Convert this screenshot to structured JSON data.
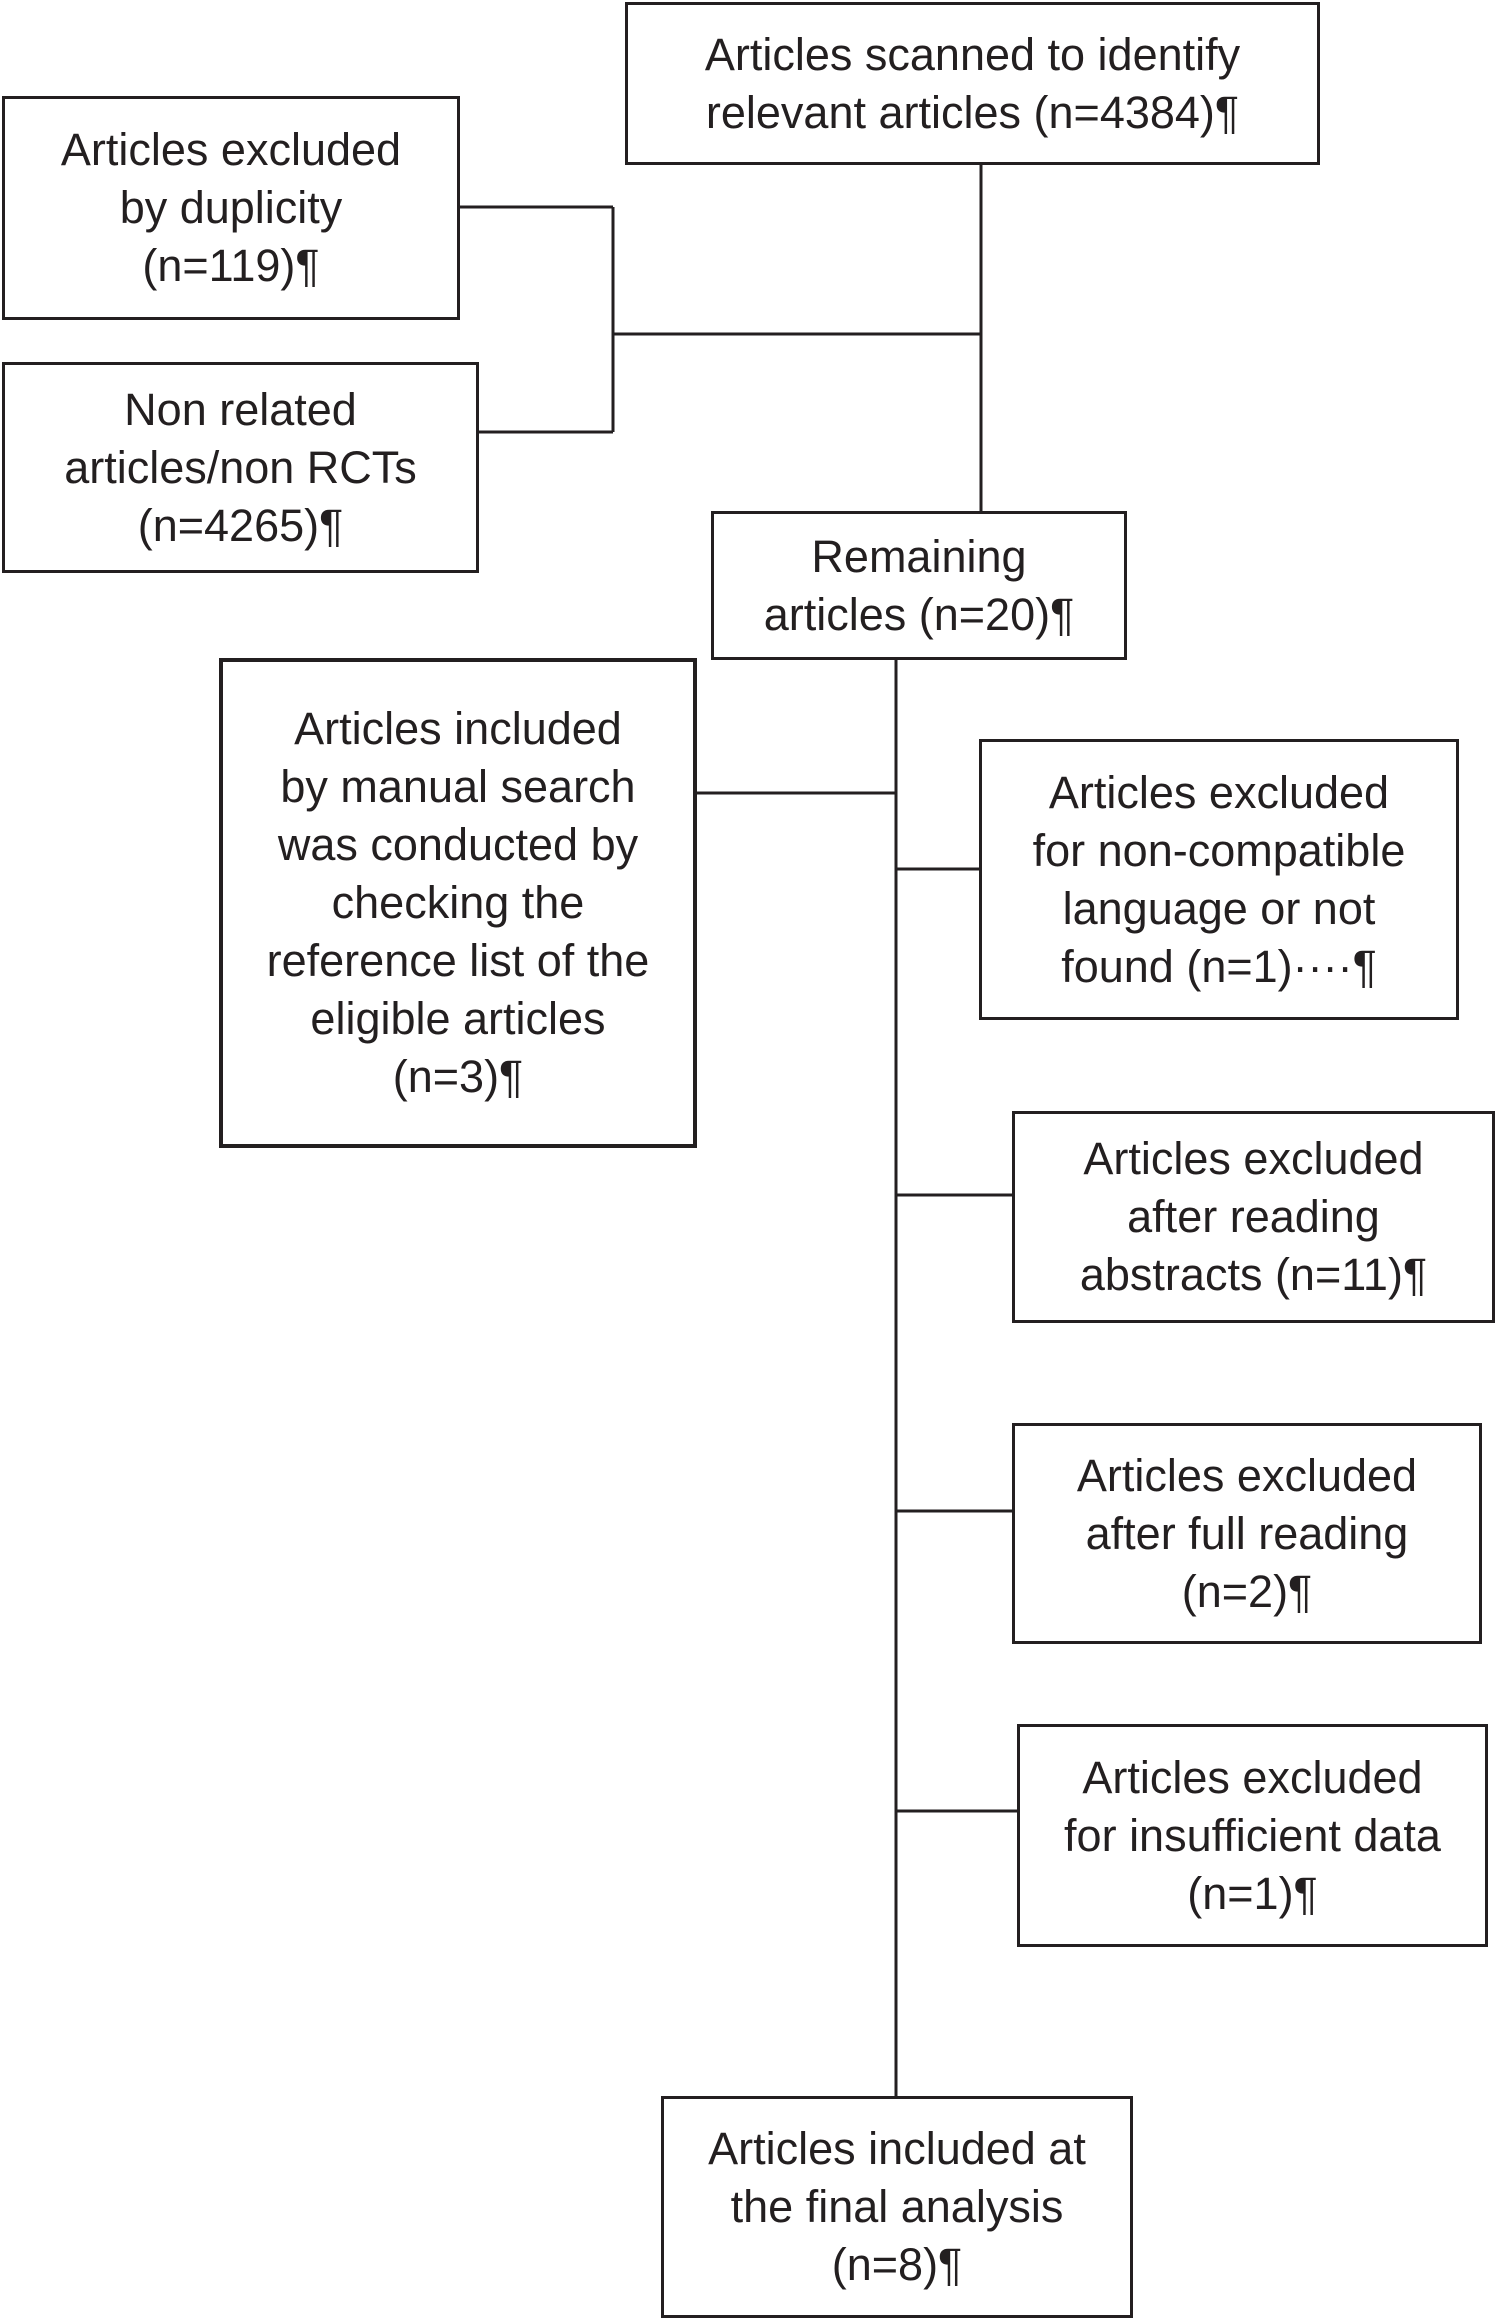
{
  "flow": {
    "scanned": {
      "lines": [
        "Articles scanned to identify",
        "relevant articles (n=4384)¶"
      ]
    },
    "duplicity": {
      "lines": [
        "Articles excluded",
        "by duplicity",
        "(n=119)¶"
      ]
    },
    "non_related": {
      "lines": [
        "Non related",
        "articles/non RCTs",
        "(n=4265)¶"
      ]
    },
    "remaining": {
      "lines": [
        "Remaining",
        "articles (n=20)¶"
      ]
    },
    "manual_search": {
      "lines": [
        "Articles included",
        "by manual search",
        "was conducted by",
        "checking the",
        "reference list of the",
        "eligible articles",
        "(n=3)¶"
      ]
    },
    "excl_language": {
      "lines": [
        "Articles excluded",
        "for non-compatible",
        "language or not",
        "found (n=1)····¶"
      ]
    },
    "excl_abstracts": {
      "lines": [
        "Articles excluded",
        "after reading",
        "abstracts (n=11)¶"
      ]
    },
    "excl_full": {
      "lines": [
        "Articles excluded",
        "after full reading",
        "(n=2)¶"
      ]
    },
    "excl_data": {
      "lines": [
        "Articles excluded",
        "for insufficient data",
        "(n=1)¶"
      ]
    },
    "final": {
      "lines": [
        "Articles included at",
        "the final analysis",
        "(n=8)¶"
      ]
    }
  }
}
